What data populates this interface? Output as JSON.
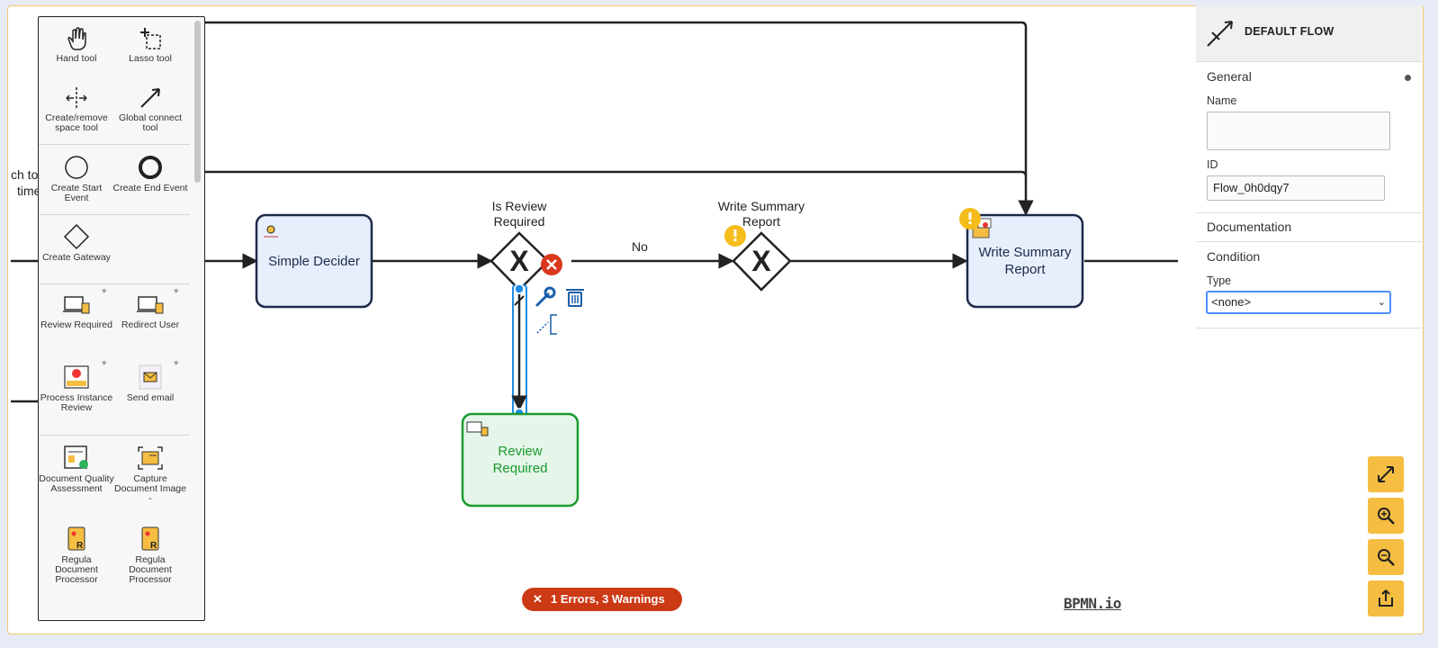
{
  "palette": {
    "items": [
      {
        "label": "Hand tool",
        "icon": "hand-icon"
      },
      {
        "label": "Lasso tool",
        "icon": "lasso-icon"
      },
      {
        "label": "Create/remove space tool",
        "icon": "space-tool-icon"
      },
      {
        "label": "Global connect tool",
        "icon": "connect-icon"
      },
      {
        "label": "Create Start Event",
        "icon": "start-event-icon"
      },
      {
        "label": "Create End Event",
        "icon": "end-event-icon"
      },
      {
        "label": "Create Gateway",
        "icon": "gateway-icon"
      },
      {
        "label": "Review Required",
        "icon": "user-task-icon",
        "star": "*"
      },
      {
        "label": "Redirect User",
        "icon": "user-task-icon",
        "star": "*"
      },
      {
        "label": "Process Instance Review",
        "icon": "review-icon",
        "star": "*"
      },
      {
        "label": "Send email",
        "icon": "email-icon",
        "star": "*"
      },
      {
        "label": "Document Quality Assessment",
        "icon": "document-check-icon"
      },
      {
        "label": "Capture Document Image -",
        "icon": "capture-icon"
      },
      {
        "label": "Regula Document Processor",
        "icon": "regula-icon"
      },
      {
        "label": "Regula Document Processor",
        "icon": "regula-icon"
      }
    ]
  },
  "diagram": {
    "partial_text_1": "ch to",
    "partial_text_2": "time",
    "task_simple_decider": "Simple Decider",
    "gateway1_label_1": "Is Review",
    "gateway1_label_2": "Required",
    "gateway2_label_1": "Write Summary",
    "gateway2_label_2": "Report",
    "flow_no_label": "No",
    "task_write_summary_1": "Write Summary",
    "task_write_summary_2": "Report",
    "task_review_1": "Review",
    "task_review_2": "Required"
  },
  "properties": {
    "header_title": "DEFAULT FLOW",
    "general_title": "General",
    "name_label": "Name",
    "name_value": "",
    "id_label": "ID",
    "id_value": "Flow_0h0dqy7",
    "documentation_title": "Documentation",
    "condition_title": "Condition",
    "type_label": "Type",
    "type_value": "<none>"
  },
  "status": {
    "errors_text": "1 Errors, 3 Warnings"
  },
  "branding": {
    "logo": "BPMN.io"
  },
  "colors": {
    "accent": "#f5bd41",
    "task_fill": "#e8effc",
    "selected_task": "#1a9b2e",
    "error": "#cc3a15",
    "selection": "#1f8ce6"
  }
}
